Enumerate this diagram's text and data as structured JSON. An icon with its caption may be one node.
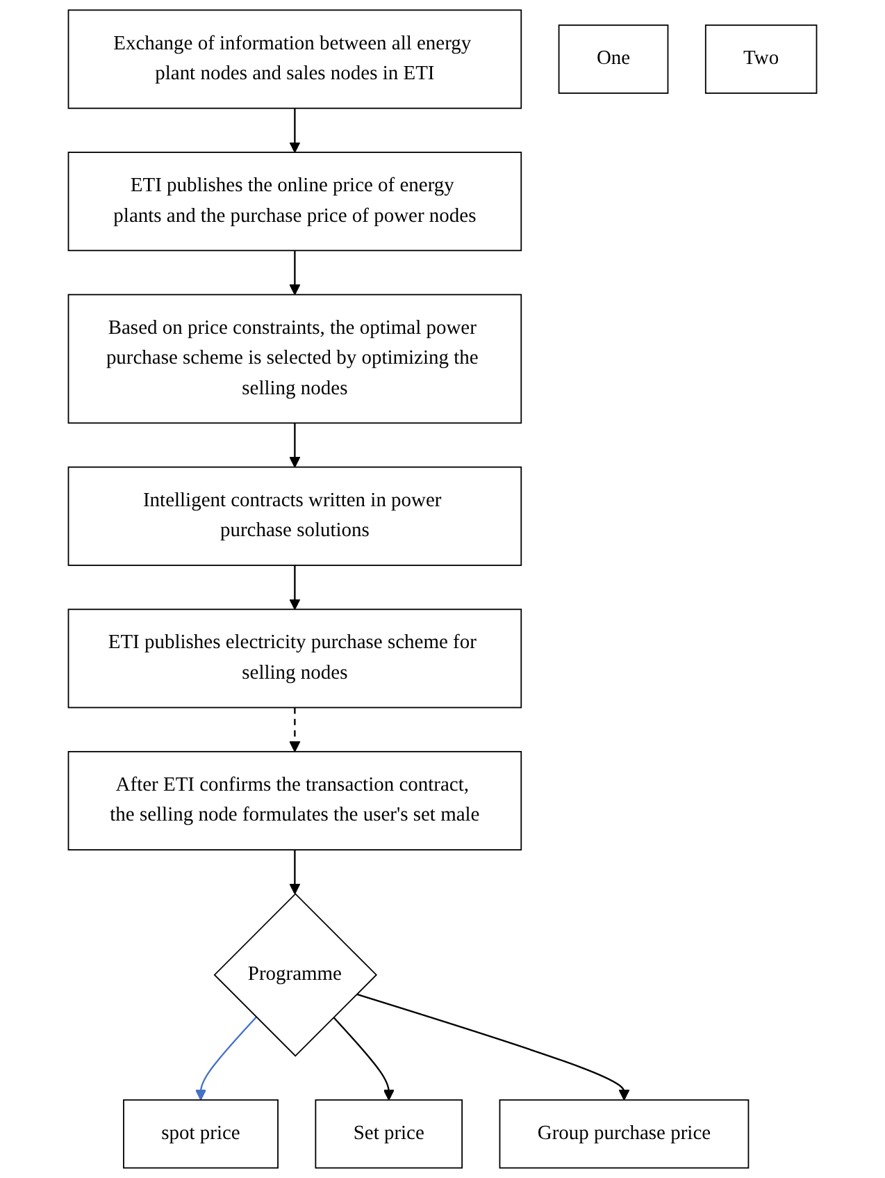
{
  "diagram": {
    "nodes": [
      {
        "text": [
          "Exchange of information between all energy plant nodes and sales nodes in ETI"
        ]
      },
      {
        "text": [
          "One"
        ]
      },
      {
        "text": [
          "ETI publishes the online price of energy plants and the purchase price of power nodes"
        ]
      },
      {
        "text": [
          "Based on price constraints, the optimal power purchase scheme is selected by optimizing the selling nodes"
        ]
      },
      {
        "text": [
          "Intelligent contracts written in power purchase solutions"
        ]
      },
      {
        "text": [
          "ETI publishes electricity purchase scheme for selling nodes"
        ]
      },
      {
        "text": [
          "After ETI confirms the transaction contract, the selling node formulates the user's set male"
        ]
      },
      {
        "text": [
          "Two"
        ]
      },
      {
        "text": [
          "Programme"
        ]
      },
      {
        "text": [
          "spot price"
        ]
      },
      {
        "text": [
          "Set price"
        ]
      },
      {
        "text": [
          "Group purchase price"
        ]
      }
    ],
    "edges": [
      {
        "from": 0,
        "to": 2,
        "arrow": "to"
      },
      {
        "from": 2,
        "to": 3,
        "arrow": "to"
      },
      {
        "from": 3,
        "to": 4,
        "arrow": "to"
      },
      {
        "from": 4,
        "to": 5,
        "arrow": "to"
      },
      {
        "from": 5,
        "to": 6,
        "arrow": "to",
        "style": "dashed"
      },
      {
        "from": 6,
        "to": 8,
        "arrow": "to"
      },
      {
        "from": 8,
        "to": 9,
        "arrow": "to",
        "color": "#4472c4"
      },
      {
        "from": 8,
        "to": 10,
        "arrow": "to"
      },
      {
        "from": 8,
        "to": 11,
        "arrow": "to"
      }
    ]
  }
}
